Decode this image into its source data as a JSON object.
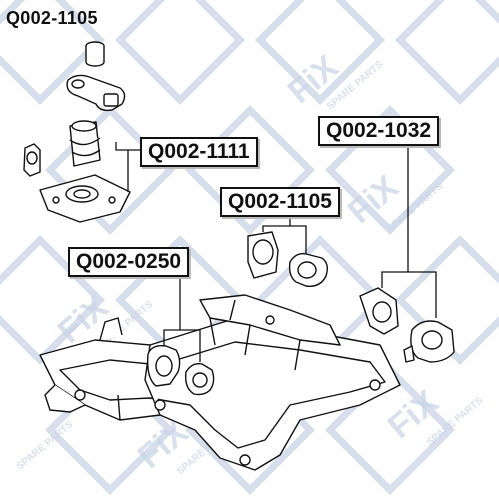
{
  "header": {
    "title": "Q002-1105"
  },
  "labels": {
    "part_1111": "Q002-1111",
    "part_1032": "Q002-1032",
    "part_1105": "Q002-1105",
    "part_0250": "Q002-0250"
  },
  "watermark": {
    "brand": "FIX",
    "tagline": "SPARE PARTS",
    "color": "#c9d3e6"
  },
  "colors": {
    "line": "#111111",
    "part_fill": "#ffffff",
    "shadow": "#bbbbbb"
  }
}
